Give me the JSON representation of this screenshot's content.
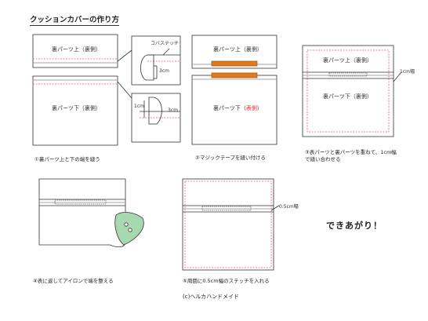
{
  "title": "クッションカバーの作り方",
  "labels": {
    "upper": "裏パーツ上（裏側）",
    "lower": "裏パーツ下（裏側）",
    "lower_prefix": "裏パーツ下（",
    "lower_red": "表側",
    "lower_suffix": "）",
    "kobasu": "コバステッチ",
    "three_cm": "3cm",
    "one_cm": "1cm",
    "one_cm_width": "1cm幅",
    "half_cm_width": "0.5cm幅"
  },
  "steps": {
    "s1": "①裏パーツ上と下の端を縫う",
    "s2": "②マジックテープを縫い付ける",
    "s3_line1": "③表パーツと裏パーツを重ねて、1cm幅",
    "s3_line2": "で縫い合わせる",
    "s4": "④表に返してアイロンで端を整える",
    "s5": "⑤周囲に0.5cm幅のステッチを入れる"
  },
  "finish": "できあがり！",
  "credit": "(c)ヘルカハンドメイド",
  "colors": {
    "stitch": "#e0607a",
    "velcro": "#e07820",
    "outline": "#333333",
    "button_fabric": "#a8d8b0",
    "red_text": "#e0303a"
  }
}
